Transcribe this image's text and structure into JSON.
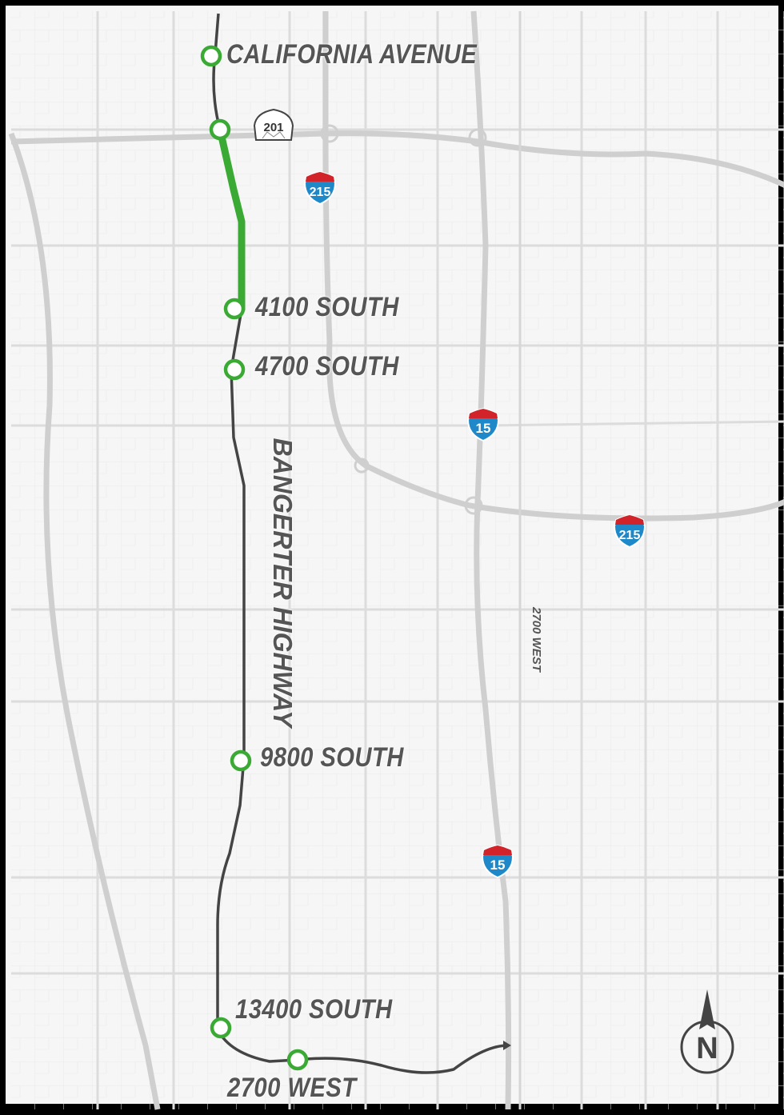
{
  "stops": [
    {
      "id": "california-avenue",
      "label": "CALIFORNIA AVENUE"
    },
    {
      "id": "4100-south",
      "label": "4100 SOUTH"
    },
    {
      "id": "4700-south",
      "label": "4700 SOUTH"
    },
    {
      "id": "9800-south",
      "label": "9800 SOUTH"
    },
    {
      "id": "13400-south",
      "label": "13400 SOUTH"
    },
    {
      "id": "2700-west",
      "label": "2700 WEST"
    }
  ],
  "corridor": {
    "label": "BANGERTER HIGHWAY"
  },
  "street_labels": {
    "west_2700": "2700 WEST"
  },
  "shields": {
    "sr201": "201",
    "i215_north": "215",
    "i15_mid": "15",
    "i215_south": "215",
    "i15_south": "15"
  },
  "north_arrow": {
    "letter": "N"
  },
  "colors": {
    "highlight": "#3aaa35",
    "route": "#444444",
    "roads_major": "#d2d2d2",
    "roads_minor": "#e4e4e4",
    "background": "#f6f6f6",
    "interstate_blue": "#1f88c9",
    "interstate_red": "#d2232a"
  }
}
